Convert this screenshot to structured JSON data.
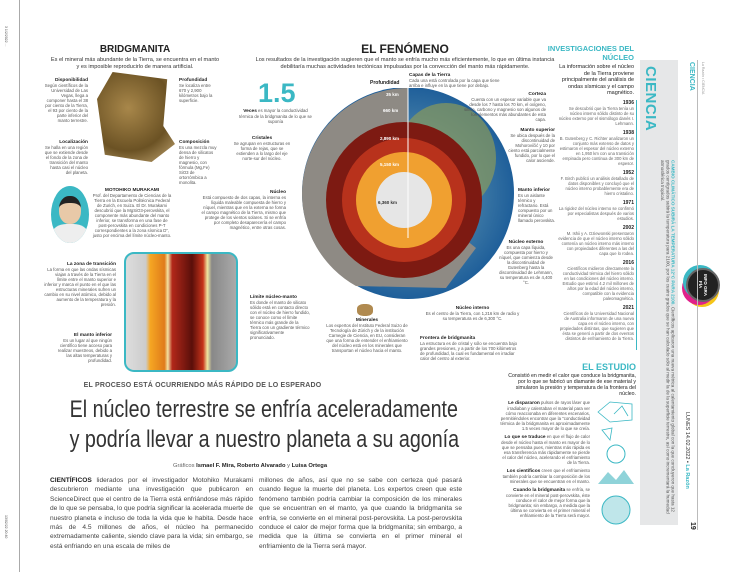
{
  "margin": {
    "left_top": "3 1/2/2022 ...",
    "left_bottom": "13/02/22 20:40"
  },
  "bridgmanita": {
    "title": "BRIDGMANITA",
    "subtitle": "Es el mineral más abundante de la Tierra, se encuentra en el manto y es imposible reproducirlo de manera artificial.",
    "labels": [
      {
        "title": "Disponibilidad",
        "text": "Según científicos de la Universidad de Las Vegas, llega a componer hasta el 38 por ciento de la Tierra, el 93 por ciento de la parte inferior del manto terrestre."
      },
      {
        "title": "Localización",
        "text": "Se halla en una región que se extiende desde el fondo de la zona de transición del manto hasta casi el núcleo del planeta."
      },
      {
        "title": "Profundidad",
        "text": "Se localiza entre 670 y 2,900 kilómetros bajo la superficie."
      },
      {
        "title": "Composición",
        "text": "Es una mezcla muy densa de silicatos de hierro y magnesio, con fórmula (Mg,Fe) SiO3 de ortorrómbica a monolita."
      }
    ]
  },
  "stat": {
    "value": "1.5",
    "bold": "Veces",
    "text": " es mayor la conductividad térmica de la bridgmanita de lo que se suponía"
  },
  "cristales": {
    "title": "Cristales",
    "text": "Se agrupan en estructuras en forma de rejas, que se extienden a lo largo del eje norte-sur del núcleo."
  },
  "nucleo": {
    "title": "Núcleo",
    "text": "Está compuesto de dos capas, la interna es líquida maleable compuesta de hierro y níquel, mientras que en la externa se forma el campo magnético de la Tierra, mismo que protege de los vientos solares. Si se enfría por completo desaparecería el campo magnético, entre otras cosas."
  },
  "murakami": {
    "name": "MOTOHIKO MURAKAMI",
    "text": "Prof. del Departamento de Ciencias de la Tierra en la Escuela Politécnica Federal de Zurich, en Suiza. El Dr. Murakami descubrió que la MgSiO3-perovskita, el componente más abundante del manto inferior, se transforma en una fase de post-perovskita en condiciones P-T correspondientes a la zona sísmica D'', justo por encima del límite núcleo-manto."
  },
  "zoom_labels": [
    {
      "title": "La zona de transición",
      "text": "La forma en que las ondas sísmicas viajan a través de la Tierra en el límite entre el manto superior e inferior y marca el punto en el que las estructuras minerales sufren un cambio en su nivel atómico, debido al aumento de la temperatura y la presión."
    },
    {
      "title": "El manto inferior",
      "text": "Es un lugar al que ningún científico tiene acceso para realizar muestreos, debido a las altas temperaturas y profundidad."
    },
    {
      "title": "Límite núcleo-manto",
      "text": "Es donde el manto de silicato sólido está en contacto directo con el núcleo de hierro fundido, se conoce como el límite térmico más grande de la Tierra con un gradiente térmico significativamente pronunciado."
    }
  ],
  "fenomeno": {
    "title": "EL FENÓMENO",
    "subtitle": "Los resultados de la investigación sugieren que el manto se enfría mucho más eficientemente, lo que en última instancia debilitaría muchas actividades tectónicas impulsadas por la convección del manto más rápidamente.",
    "profundidad": "Profundidad",
    "depths": [
      "35 km",
      "660 km",
      "2,890 km",
      "5,150 km",
      "6,360 km"
    ],
    "capas": {
      "title": "Capas de la Tierra",
      "text": "Cada una está controlada por la capa que tiene arriba e influye en la que tiene por debajo."
    },
    "corteza": {
      "title": "Corteza",
      "text": "Cuenta con un espesor variable que va desde los 7 hasta los 70 km, el oxígeno, silicio, carbono y magnesio son algunos de los elementos más abundantes de esta capa."
    },
    "manto_superior": {
      "title": "Manto superior",
      "text": "Se ubica después de la discontinuidad de Mohorovičić y 10 por ciento está parcialmente fundido, por lo que el calor asciende."
    },
    "manto_inferior": {
      "title": "Manto inferior",
      "text": "Es un aislante térmico y refractario. Está compuesto por un mineral único llamado perovskita."
    },
    "nucleo_externo": {
      "title": "Núcleo externo",
      "text": "Es una capa líquida, compuesta por hierro y níquel, que comienza desde la discontinuidad de Gutenberg hasta la discontinuidad de Lehmann, su temperatura es de 4,400 °C."
    },
    "nucleo_interno": {
      "title": "Núcleo interno",
      "text": "Es el centro de la Tierra, con 1,216 km de radio y su temperatura es de 6,300 °C."
    },
    "frontera": {
      "title": "Frontera de bridgmanita",
      "text": "La estructura es de cristal y sólo se encuentra bajo grandes presiones, y a partir de los 700 kilómetros de profundidad, la cual es fundamental en irradiar calor del centro al exterior."
    },
    "minerales": {
      "title": "Minerales",
      "text": "Los expertos del Instituto Federal Suizo de Tecnología de Zúrich y de la institución Carnegie de Ciencia, en EU, consideran que una forma de entender el enfriamiento del núcleo está en los minerales que transportan el núcleo hacia el manto."
    }
  },
  "investigaciones": {
    "title": "INVESTIGACIONES DEL NÚCLEO",
    "subtitle": "La información sobre el núcleo de la Tierra proviene principalmente del análisis de ondas sísmicas y el campo magnético.",
    "timeline": [
      {
        "year": "1936",
        "text": "Se descubrió que la Tierra tenía un núcleo interno sólido distinto de su núcleo externo por el sismólogo danés I. Lehmann."
      },
      {
        "year": "1938",
        "text": "B. Gutenberg y C. Richter analizaron un conjunto más extenso de datos y estimaron el espesor del núcleo externo en 1,950 km con una transición empinada pero continua de 300 km de espesor."
      },
      {
        "year": "1952",
        "text": "F. Birch publicó un análisis detallado de datos disponibles y concluyó que el núcleo interno probablemente era de hierro cristalino."
      },
      {
        "year": "1971",
        "text": "La rigidez del núcleo interno se confirmó por especialistas después de varios estudios."
      },
      {
        "year": "2002",
        "text": "M. Ishii y A. Dziewonski presentaron evidencia de que el núcleo interno sólido contenía un núcleo interno más interno con propiedades diferentes a las del capa que lo rodea."
      },
      {
        "year": "2016",
        "text": "Científicos midieron directamente la conductividad térmica del hierro sólido en las condiciones del núcleo interno. Estudio que estimó 4.2 mil millones de años por la edad del núcleo interno, compatible con la evidencia paleomagnética."
      },
      {
        "year": "2021",
        "text": "Científicos de la Universidad Nacional de Australia informaron de una nueva capa en el núcleo interno, con propiedades distintas, que sugieren que ésta se generó a partir de dos eventos distintos de enfriamiento de la Tierra."
      }
    ]
  },
  "banner": {
    "section": "CIENCIA",
    "headline": "CAMBIO CLIMÁTICO SUBIRÁ LA TEMPERATURA 12°C PARA 2100.",
    "text": " Científicos aplicaron una nueva métrica al calentamiento global con la que concluyeron que hasta 12 grados centígrados subirá la temperatura para 2100, por los cuatro grados que se han calculado sólo al medir la de la superficie terrestre, así como incrementará la humedad atmosférica tropical."
  },
  "badge": {
    "text": "INFO GRA FÍA"
  },
  "folio": {
    "section": "CIENCIA",
    "note": "La Razón • CIENCIA",
    "date": "LUNES 14.02.2022 • ",
    "paper": "La Razón",
    "page": "19"
  },
  "article": {
    "kicker": "EL PROCESO ESTÁ OCURRIENDO MÁS RÁPIDO DE LO ESPERADO",
    "headline_1": "El núcleo terrestre se enfría aceleradamente",
    "headline_2": "y podría llevar a nuestro planeta a su agonía",
    "credits_prefix": "Gráficos ",
    "credits": "Ismael F. Mira, Roberto Alvarado",
    "credits_and": " y ",
    "credits_last": "Luisa Ortega",
    "lead": "CIENTÍFICOS",
    "col1": " liderados por el investigador Motohiko Murakami descubrieron mediante una investigación que publicaron en ScienceDirect que el centro de la Tierra está enfriándose más rápido de lo que se pensaba, lo que podría significar la acelerada muerte de nuestro planeta e incluso de toda la vida que le habita. Desde hace más de 4.5 millones de años, el núcleo ha permanecido extremadamente caliente, siendo clave para la vida; sin embargo, se está enfriando en una escala de miles de",
    "col2": "millones de años, así que no se sabe con certeza qué pasará cuando llegue la muerte del planeta. Los expertos creen que este fenómeno también podría cambiar la composición de los minerales que se encuentran en el manto, ya que cuando la bridgmanita se enfría, se convierte en el mineral post-perovskita. La post-perovskita conduce el calor de mejor forma que la bridgmanita; sin embargo, a medida que la última se convierta en el primer mineral el enfriamiento de la Tierra será mayor."
  },
  "estudio": {
    "title": "EL ESTUDIO",
    "subtitle": "Consistió en medir el calor que conduce la bridgmanita, por lo que se fabricó un diamante de ese material y simularon la presión y temperatura de la frontera del núcleo.",
    "items": [
      {
        "bold": "Le dispararon",
        "text": " pulsos de rayos láser que irradiaban y calentaban el material para ver cómo reaccionaba en diferentes escenarios, permitiéndoles encontrar que la \"conductividad térmica de la bridgmanita es aproximadamente 1.5 veces mayor de lo que se creía."
      },
      {
        "bold": "Lo que se traduce",
        "text": " en que el flujo de calor desde el núcleo hasta el manto es mayor de lo que se pensaba pues, mientras más rápida es esa transferencia más rápidamente se pierde el calor del núcleo, acelerando el enfriamiento de la Tierra."
      },
      {
        "bold": "Los científicos",
        "text": " creen que el enfriamiento también podría cambiar la composición de los minerales que se encuentran en el manto."
      },
      {
        "bold": "Cuando la bridgmanita",
        "text": " se enfría, se convierte en el mineral post-perovskita, éste conduce el calor de mejor forma que la bridgmanita; sin embargo, a medida que la última se convierta en el primer mineral el enfriamiento de la Tierra será mayor."
      }
    ]
  },
  "colors": {
    "teal": "#3bb8c4",
    "banner_gray": "#e6e7e8",
    "text": "#333333"
  }
}
